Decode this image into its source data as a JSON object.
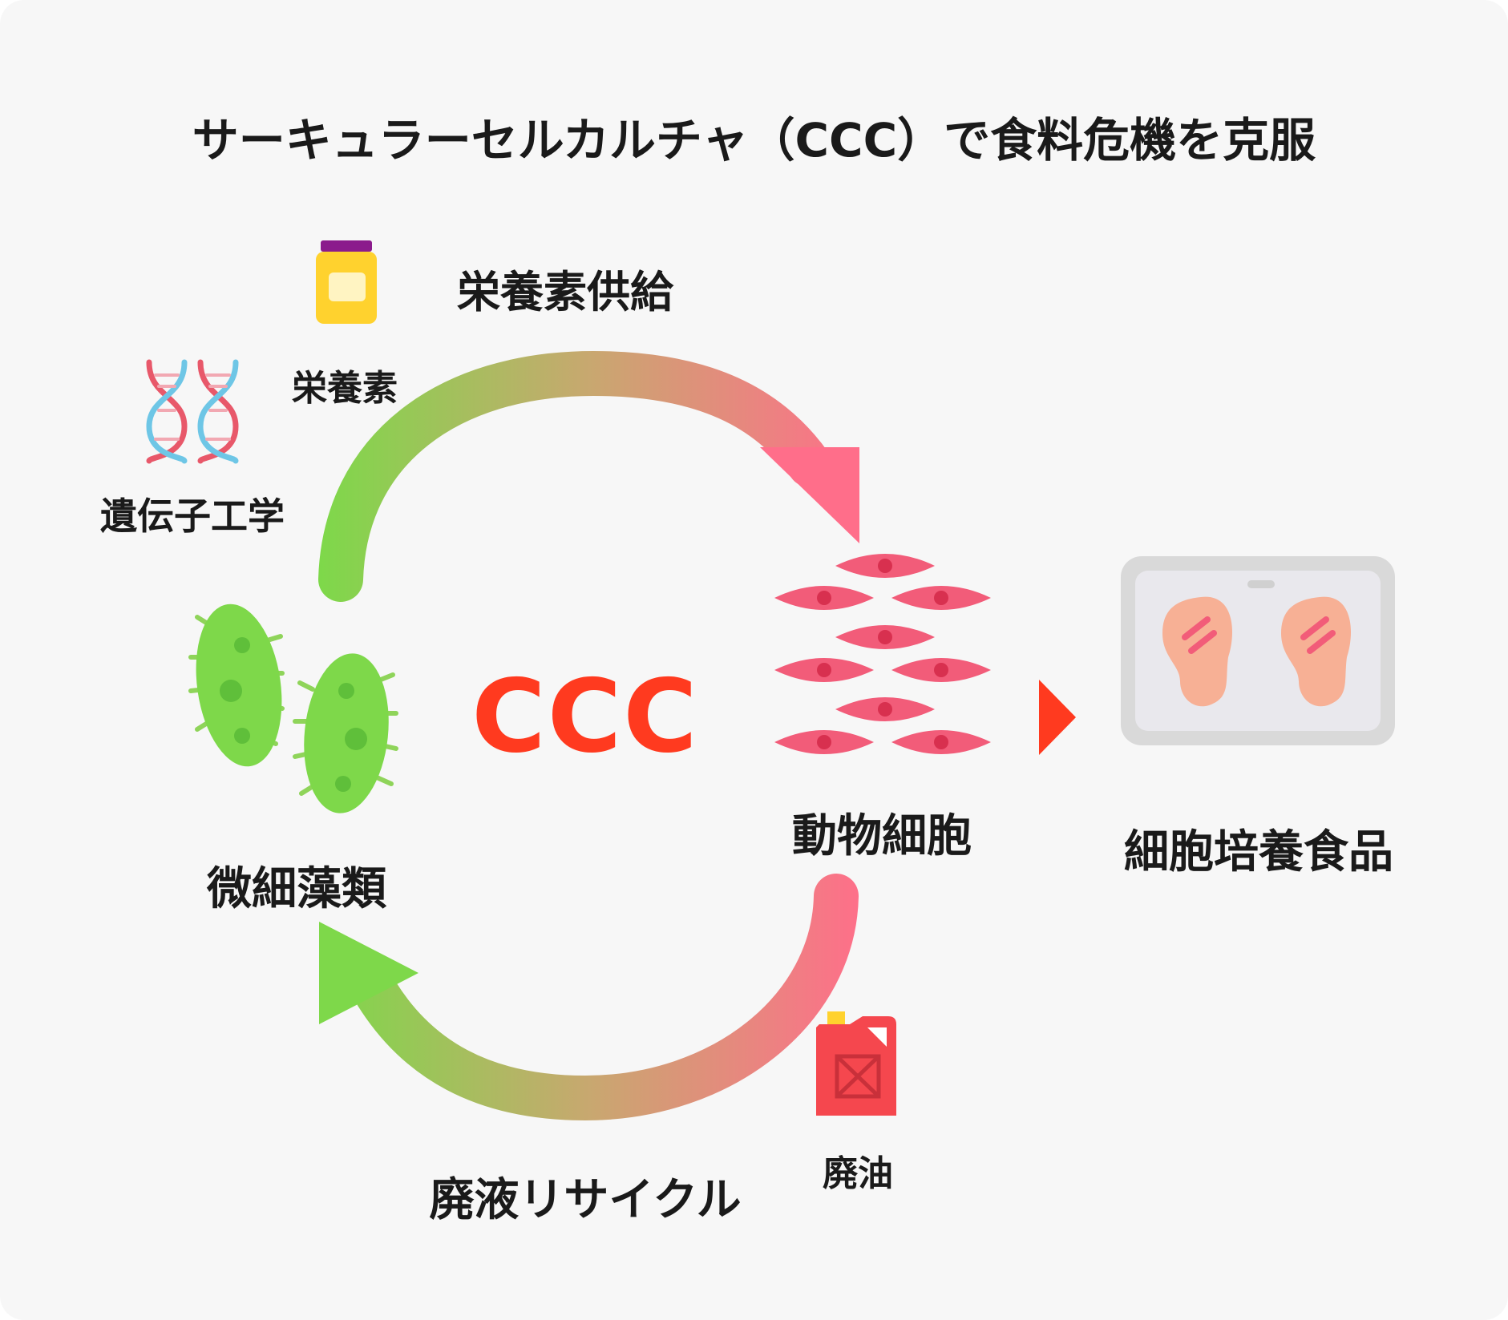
{
  "title": "サーキュラーセルカルチャ（CCC）で食料危機を克服",
  "center_label": "CCC",
  "cycle": {
    "top_label": "栄養素供給",
    "bottom_label": "廃液リサイクル"
  },
  "nodes": {
    "nutrient": "栄養素",
    "genetic_engineering": "遺伝子工学",
    "microalgae": "微細藻類",
    "animal_cells": "動物細胞",
    "cultured_food": "細胞培養食品",
    "waste_oil": "廃油"
  },
  "colors": {
    "accent_red": "#ff3a1f",
    "arrow_green": "#7ed84a",
    "arrow_pink": "#ff6e8a",
    "cell_pink": "#f25c79",
    "algae_green": "#7ed84a",
    "meat": "#f7b095",
    "jar_yellow": "#ffd22e",
    "jar_lid": "#8b1b8c",
    "canister_red": "#f5474e"
  },
  "icons": {
    "nutrient": "nutrient-jar-icon",
    "genetic_engineering": "dna-icon",
    "microalgae": "microalgae-icon",
    "animal_cells": "animal-cells-icon",
    "cultured_food": "meat-tray-icon",
    "waste_oil": "oil-canister-icon"
  }
}
